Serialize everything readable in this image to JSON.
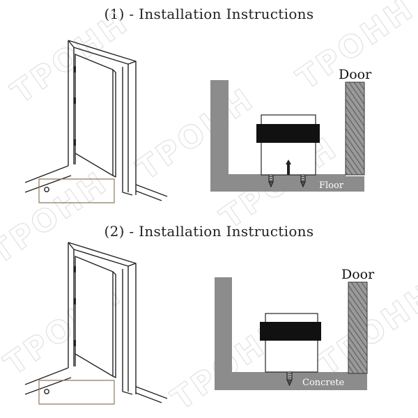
{
  "panels": [
    {
      "title": "(1) - Installation Instructions",
      "door_label": "Door",
      "floor_label": "Floor"
    },
    {
      "title": "(2) - Installation Instructions",
      "door_label": "Door",
      "floor_label": "Concrete"
    }
  ],
  "watermark": "TPOHH",
  "colors": {
    "wall": "#8c8c8c",
    "stopper": "#111111",
    "line": "#222222",
    "highlight": "#8a7a5a"
  }
}
